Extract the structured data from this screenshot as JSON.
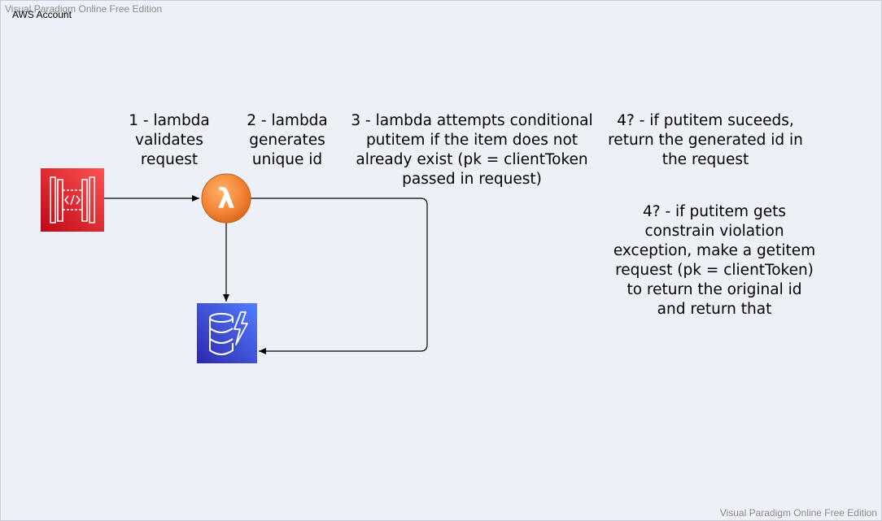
{
  "watermark": {
    "top": "Visual Paradigm Online Free Edition",
    "bottom": "Visual Paradigm Online Free Edition"
  },
  "group_label": "AWS Account",
  "notes": {
    "step1": "1 - lambda\nvalidates\nrequest",
    "step2": "2 - lambda\ngenerates\nunique id",
    "step3": "3 - lambda attempts conditional\nputitem if the item does not\nalready exist (pk = clientToken\npassed in request)",
    "step4_success": "4? - if putitem suceeds,\nreturn the generated id in\nthe request",
    "step4_violation": "4? - if putitem gets\nconstrain violation\nexception, make a getitem\nrequest (pk = clientToken)\nto return the original id\nand return that"
  },
  "nodes": {
    "api_gateway": {
      "icon": "api-gateway-icon",
      "color": "#d9262b"
    },
    "lambda": {
      "icon": "lambda-icon",
      "glyph": "λ",
      "color": "#f58536"
    },
    "dynamodb": {
      "icon": "dynamodb-icon",
      "color": "#3b48cc"
    }
  }
}
